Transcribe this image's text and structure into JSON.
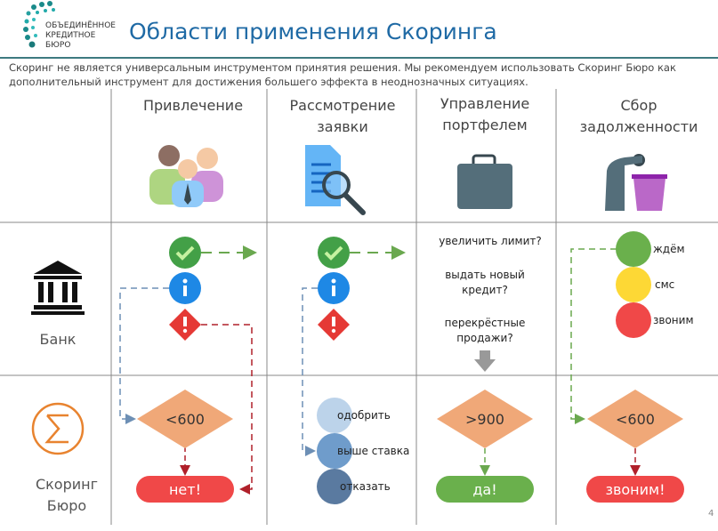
{
  "logo": {
    "line1": "ОБЪЕДИНЁННОЕ",
    "line2": "КРЕДИТНОЕ",
    "line3": "БЮРО"
  },
  "title": "Области применения Скоринга",
  "subtitle": {
    "line1": "Скоринг не является универсальным инструментом принятия решения. Мы рекомендуем использовать Скоринг Бюро как",
    "line2": "дополнительный инструмент для достижения большего эффекта в неоднозначных ситуациях."
  },
  "columns": [
    {
      "line1": "Привлечение",
      "line2": ""
    },
    {
      "line1": "Рассмотрение",
      "line2": "заявки"
    },
    {
      "line1": "Управление",
      "line2": "портфелем"
    },
    {
      "line1": "Сбор",
      "line2": "задолженности"
    }
  ],
  "rows": {
    "bank": "Банк",
    "bureau_line1": "Скоринг",
    "bureau_line2": "Бюро"
  },
  "portfolio_questions": {
    "q1": "увеличить лимит?",
    "q2a": "выдать новый",
    "q2b": "кредит?",
    "q3a": "перекрёстные",
    "q3b": "продажи?"
  },
  "collection_lights": {
    "green": "ждём",
    "yellow": "смс",
    "red": "звоним"
  },
  "decisions": {
    "d1": "<600",
    "d3": ">900",
    "d4": "<600"
  },
  "outcomes": {
    "o1": "нет!",
    "o3": "да!",
    "o4": "звоним!"
  },
  "review_options": [
    "одобрить",
    "выше ставка",
    "отказать"
  ],
  "page_number": "4",
  "colors": {
    "green": "#43a047",
    "blue": "#1e88e5",
    "red": "#e53935",
    "orange": "#f0a878",
    "title": "#1f6aa5"
  }
}
